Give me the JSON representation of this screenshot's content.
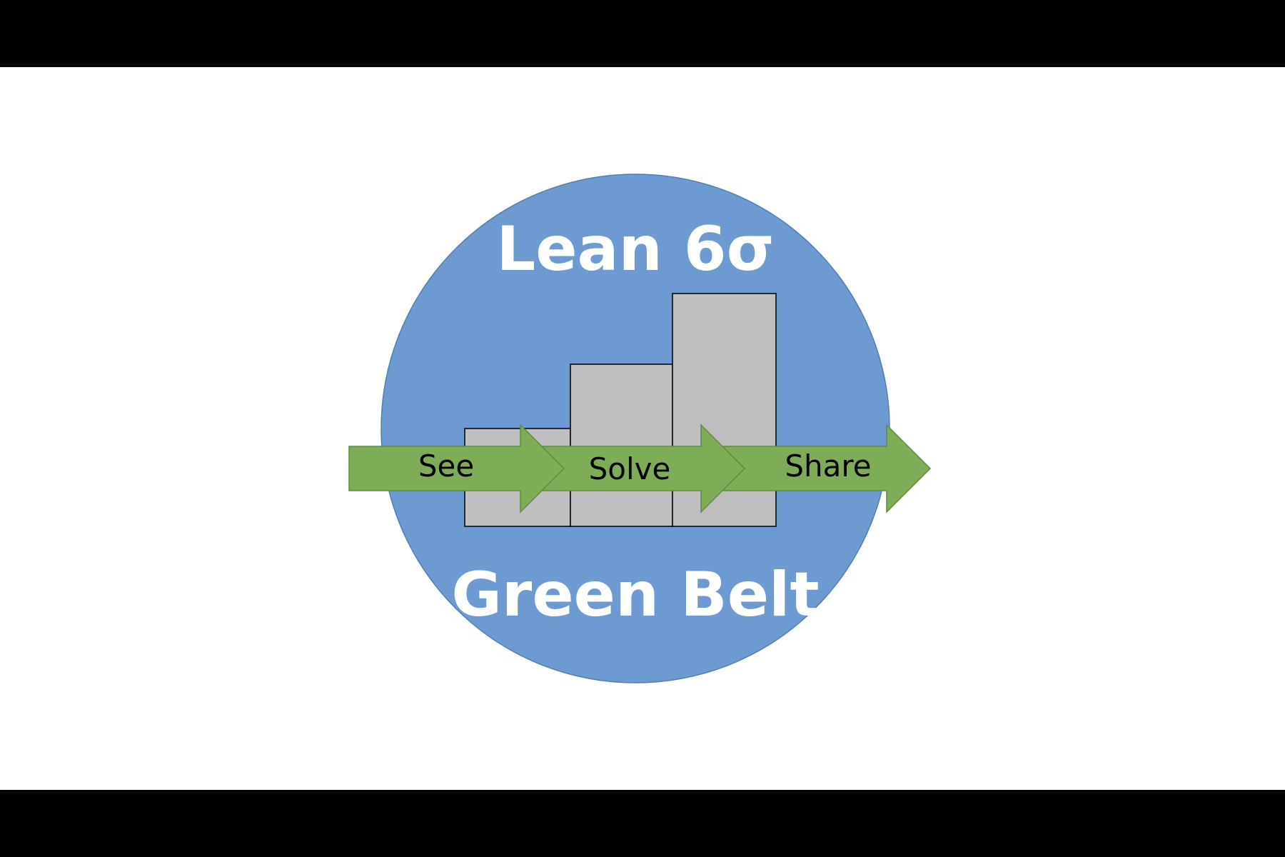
{
  "slide": {
    "title": "Lean 6σ",
    "subtitle": "Green Belt",
    "steps": [
      "See",
      "Solve",
      "Share"
    ]
  },
  "colors": {
    "circle": "#6d9bd1",
    "bars": "#bfbfbf",
    "arrows": "#7fac57",
    "text_light": "#ffffff",
    "text_dark": "#000000",
    "letterbox": "#000000",
    "background": "#ffffff"
  },
  "icons": {
    "step_marker": "arrow-right-icon"
  }
}
